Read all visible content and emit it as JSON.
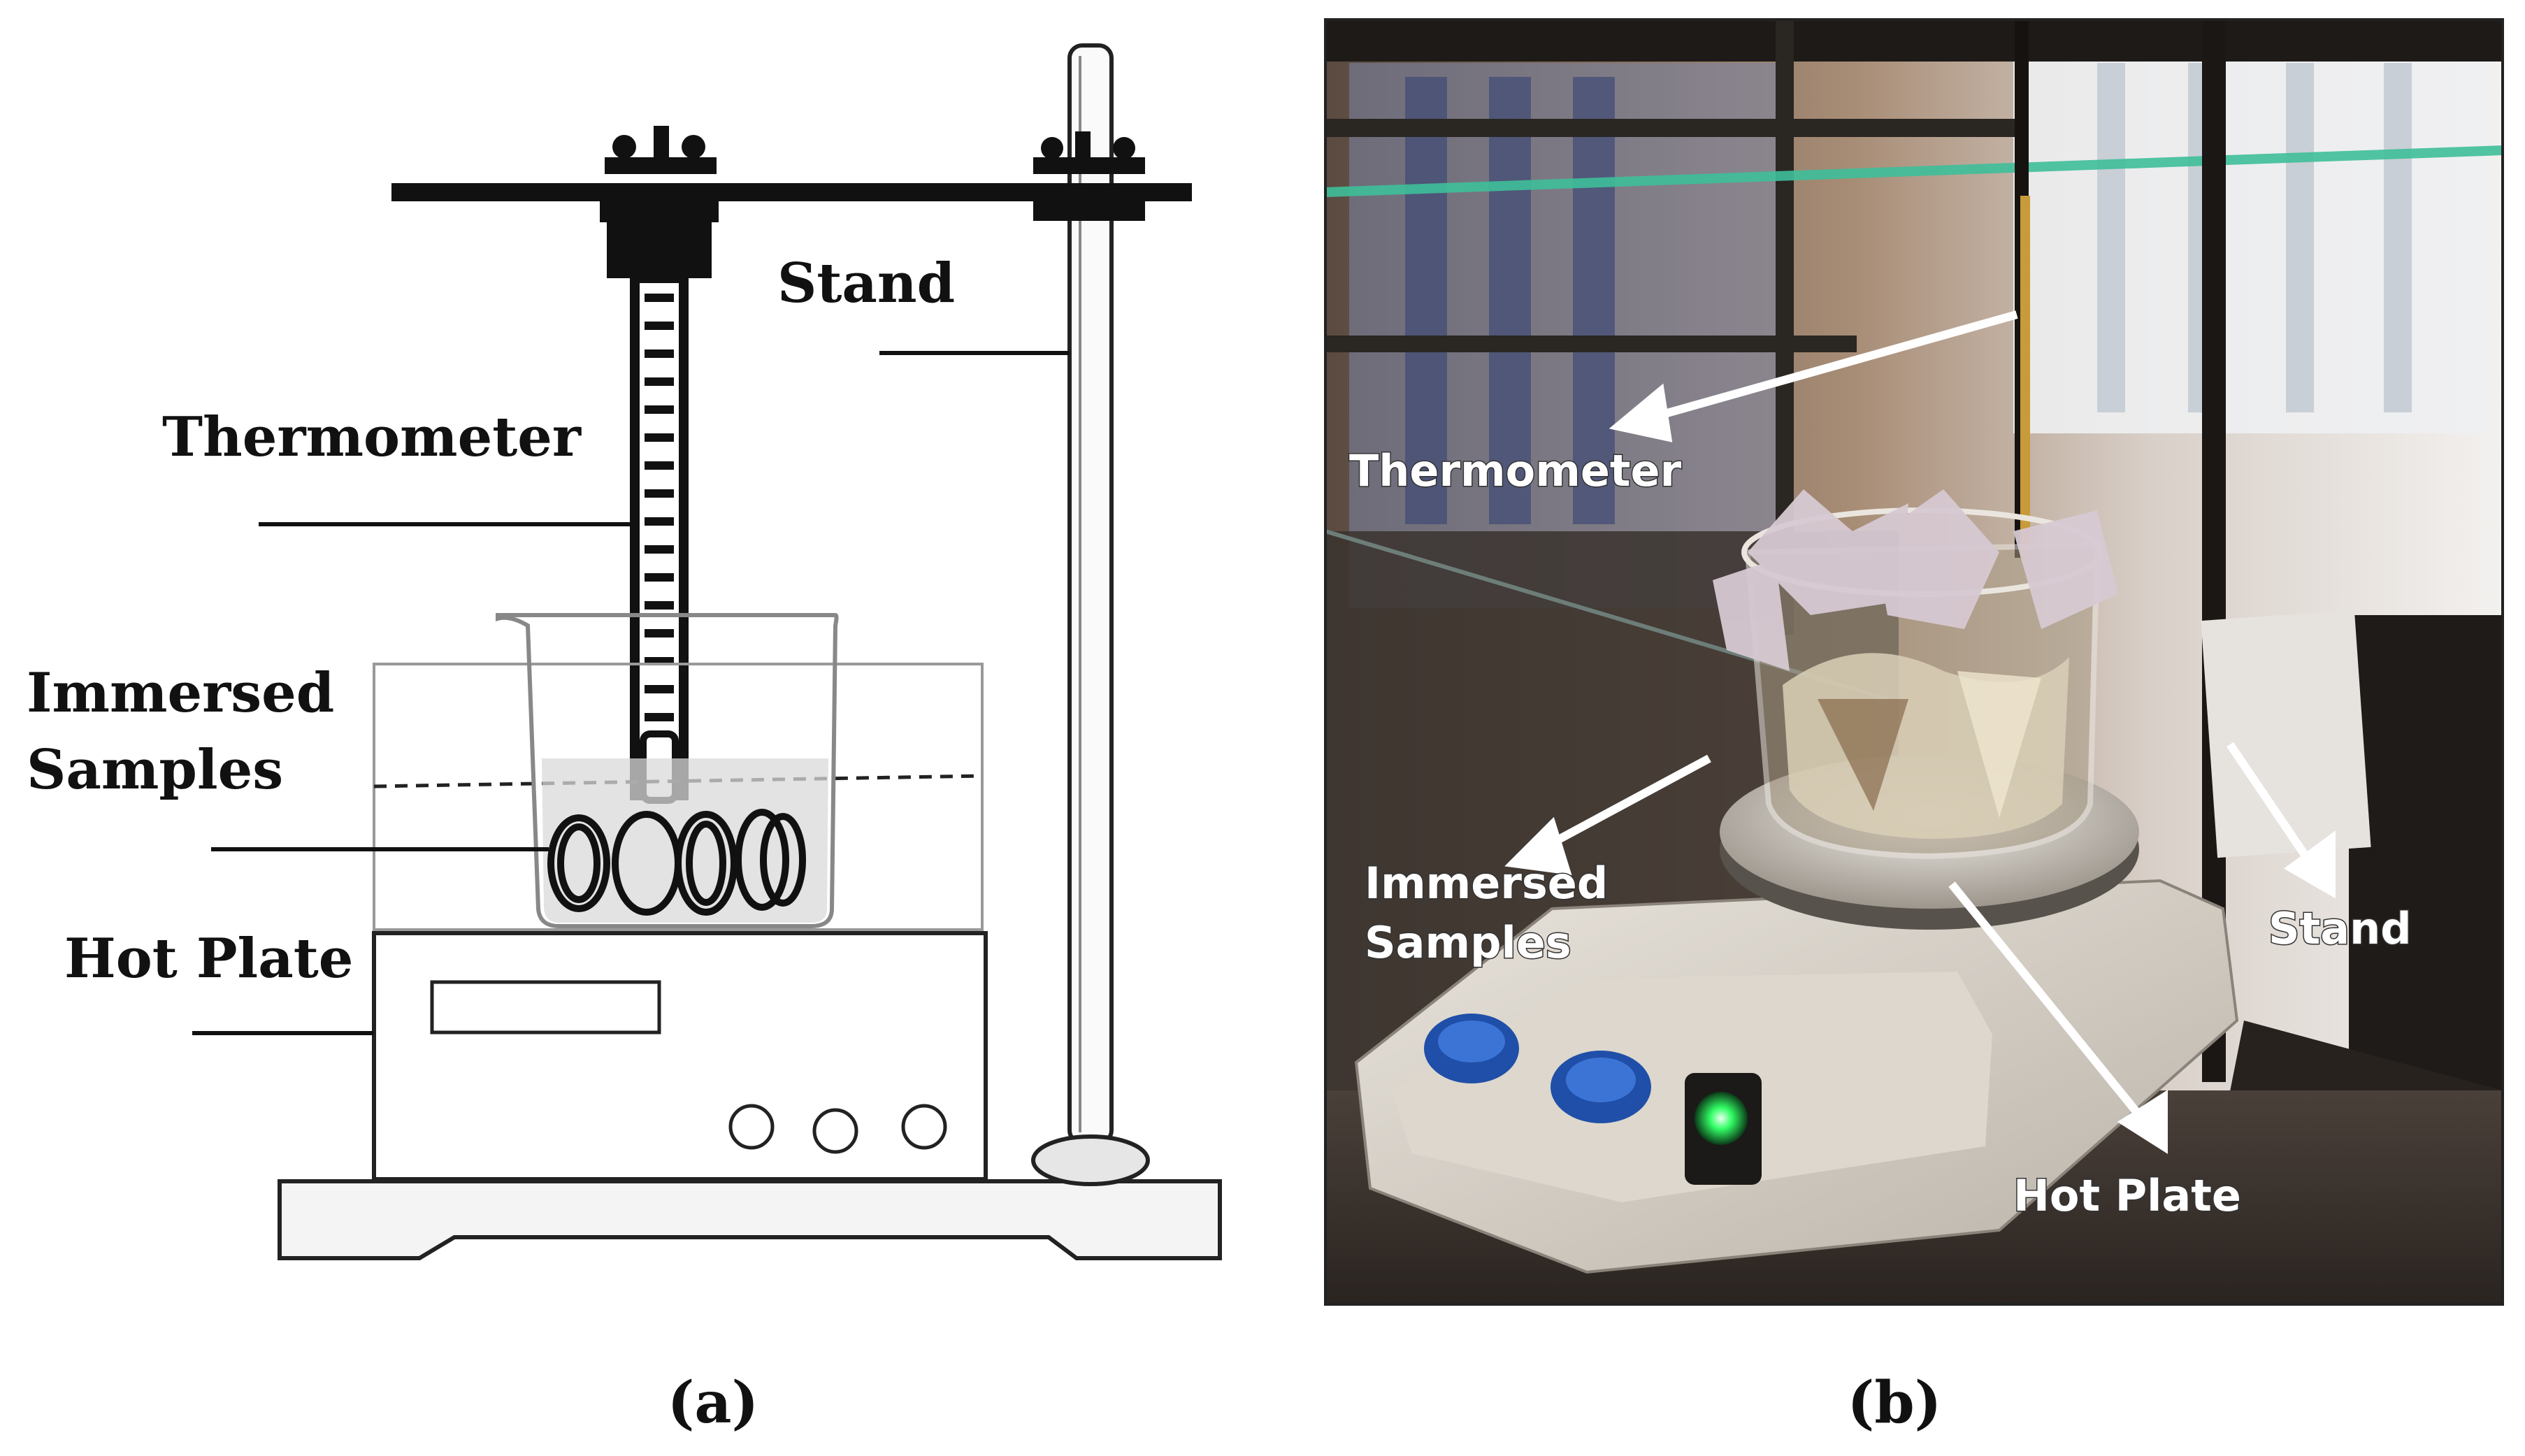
{
  "panel_a": {
    "caption": "(a)",
    "labels": {
      "stand": "Stand",
      "thermometer": "Thermometer",
      "immersed_line1": "Immersed",
      "immersed_line2": "Samples",
      "hot_plate": "Hot Plate"
    }
  },
  "panel_b": {
    "caption": "(b)",
    "labels": {
      "thermometer": "Thermometer",
      "immersed_line1": "Immersed",
      "immersed_line2": "Samples",
      "stand": "Stand",
      "hot_plate": "Hot Plate"
    }
  },
  "colors": {
    "line": "#111111",
    "photo_dark": "#2a2622",
    "glass_green": "#3fbf9a",
    "led_green": "#33ff66"
  }
}
